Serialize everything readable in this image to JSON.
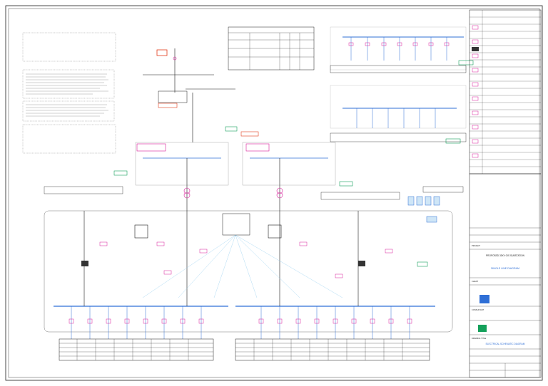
{
  "drawing": {
    "title_line_1": "PROPOSED 33KV GIS SUBSTATION",
    "title_line_2": "SINGLE LINE DIAGRAM",
    "sheet_title": "ELECTRICAL SCHEMATIC DIAGRAM",
    "drawing_title_label": "DRAWING TITLE",
    "client_label": "CLIENT",
    "consultant_label": "CONSULTANT",
    "project_label": "PROJECT"
  },
  "colors": {
    "line": "#1c1c1c",
    "busbar": "#2f6fd6",
    "device": "#d81b9a",
    "earth": "#14a05a",
    "alert": "#e23a1a",
    "panel": "#555555"
  },
  "icons": [
    "breaker-icon",
    "transformer-icon",
    "earth-icon",
    "meter-icon",
    "logo-icon"
  ]
}
